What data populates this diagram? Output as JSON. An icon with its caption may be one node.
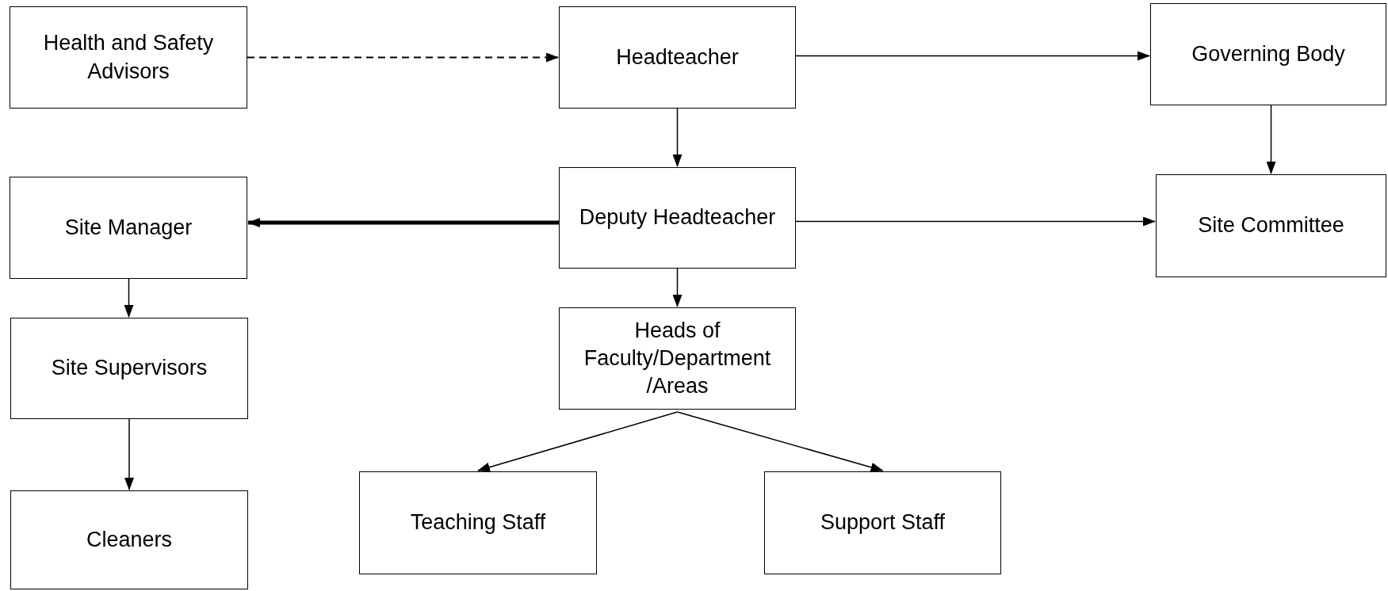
{
  "diagram": {
    "nodes": [
      {
        "text": [
          "Health and Safety Advisors"
        ]
      },
      {
        "text": [
          "Headteacher"
        ]
      },
      {
        "text": [
          "Governing Body"
        ]
      },
      {
        "text": [
          "Site Manager"
        ]
      },
      {
        "text": [
          "Deputy Headteacher"
        ]
      },
      {
        "text": [
          "Site Committee"
        ]
      },
      {
        "text": [
          "Site Supervisors"
        ]
      },
      {
        "text": [
          "Heads of Faculty/Department /Areas"
        ]
      },
      {
        "text": [
          "Cleaners"
        ]
      },
      {
        "text": [
          "Teaching Staff"
        ]
      },
      {
        "text": [
          "Support Staff"
        ]
      }
    ],
    "edges": [
      {
        "from": 0,
        "to": 1,
        "arrow": "to",
        "style": "dashed"
      },
      {
        "from": 1,
        "to": 2,
        "arrow": "to"
      },
      {
        "from": 1,
        "to": 4,
        "arrow": "to"
      },
      {
        "from": 2,
        "to": 5,
        "arrow": "to"
      },
      {
        "from": 4,
        "to": 3,
        "arrow": "to",
        "style": "thick"
      },
      {
        "from": 4,
        "to": 5,
        "arrow": "to"
      },
      {
        "from": 4,
        "to": 7,
        "arrow": "to"
      },
      {
        "from": 3,
        "to": 6,
        "arrow": "to"
      },
      {
        "from": 6,
        "to": 8,
        "arrow": "to"
      },
      {
        "from": 7,
        "to": 9,
        "arrow": "to"
      },
      {
        "from": 7,
        "to": 10,
        "arrow": "to"
      }
    ]
  }
}
